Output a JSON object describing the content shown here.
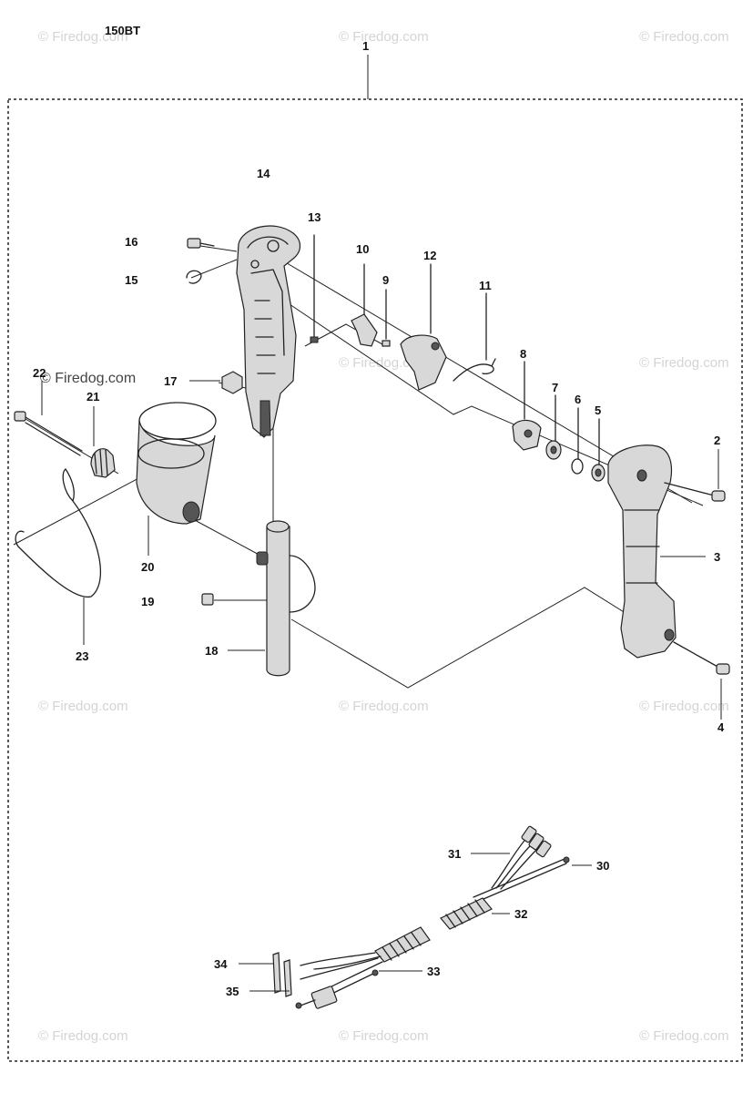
{
  "model": "150BT",
  "watermark": "© Firedog.com",
  "callouts": [
    {
      "id": "1",
      "text": "1"
    },
    {
      "id": "2",
      "text": "2"
    },
    {
      "id": "3",
      "text": "3"
    },
    {
      "id": "4",
      "text": "4"
    },
    {
      "id": "5",
      "text": "5"
    },
    {
      "id": "6",
      "text": "6"
    },
    {
      "id": "7",
      "text": "7"
    },
    {
      "id": "8",
      "text": "8"
    },
    {
      "id": "9",
      "text": "9"
    },
    {
      "id": "10",
      "text": "10"
    },
    {
      "id": "11",
      "text": "11"
    },
    {
      "id": "12",
      "text": "12"
    },
    {
      "id": "13",
      "text": "13"
    },
    {
      "id": "14",
      "text": "14"
    },
    {
      "id": "15",
      "text": "15"
    },
    {
      "id": "16",
      "text": "16"
    },
    {
      "id": "17",
      "text": "17"
    },
    {
      "id": "18",
      "text": "18"
    },
    {
      "id": "19",
      "text": "19"
    },
    {
      "id": "20",
      "text": "20"
    },
    {
      "id": "21",
      "text": "21"
    },
    {
      "id": "22",
      "text": "22"
    },
    {
      "id": "23",
      "text": "23"
    },
    {
      "id": "30",
      "text": "30"
    },
    {
      "id": "31",
      "text": "31"
    },
    {
      "id": "32",
      "text": "32"
    },
    {
      "id": "33",
      "text": "33"
    },
    {
      "id": "34",
      "text": "34"
    },
    {
      "id": "35",
      "text": "35"
    }
  ]
}
